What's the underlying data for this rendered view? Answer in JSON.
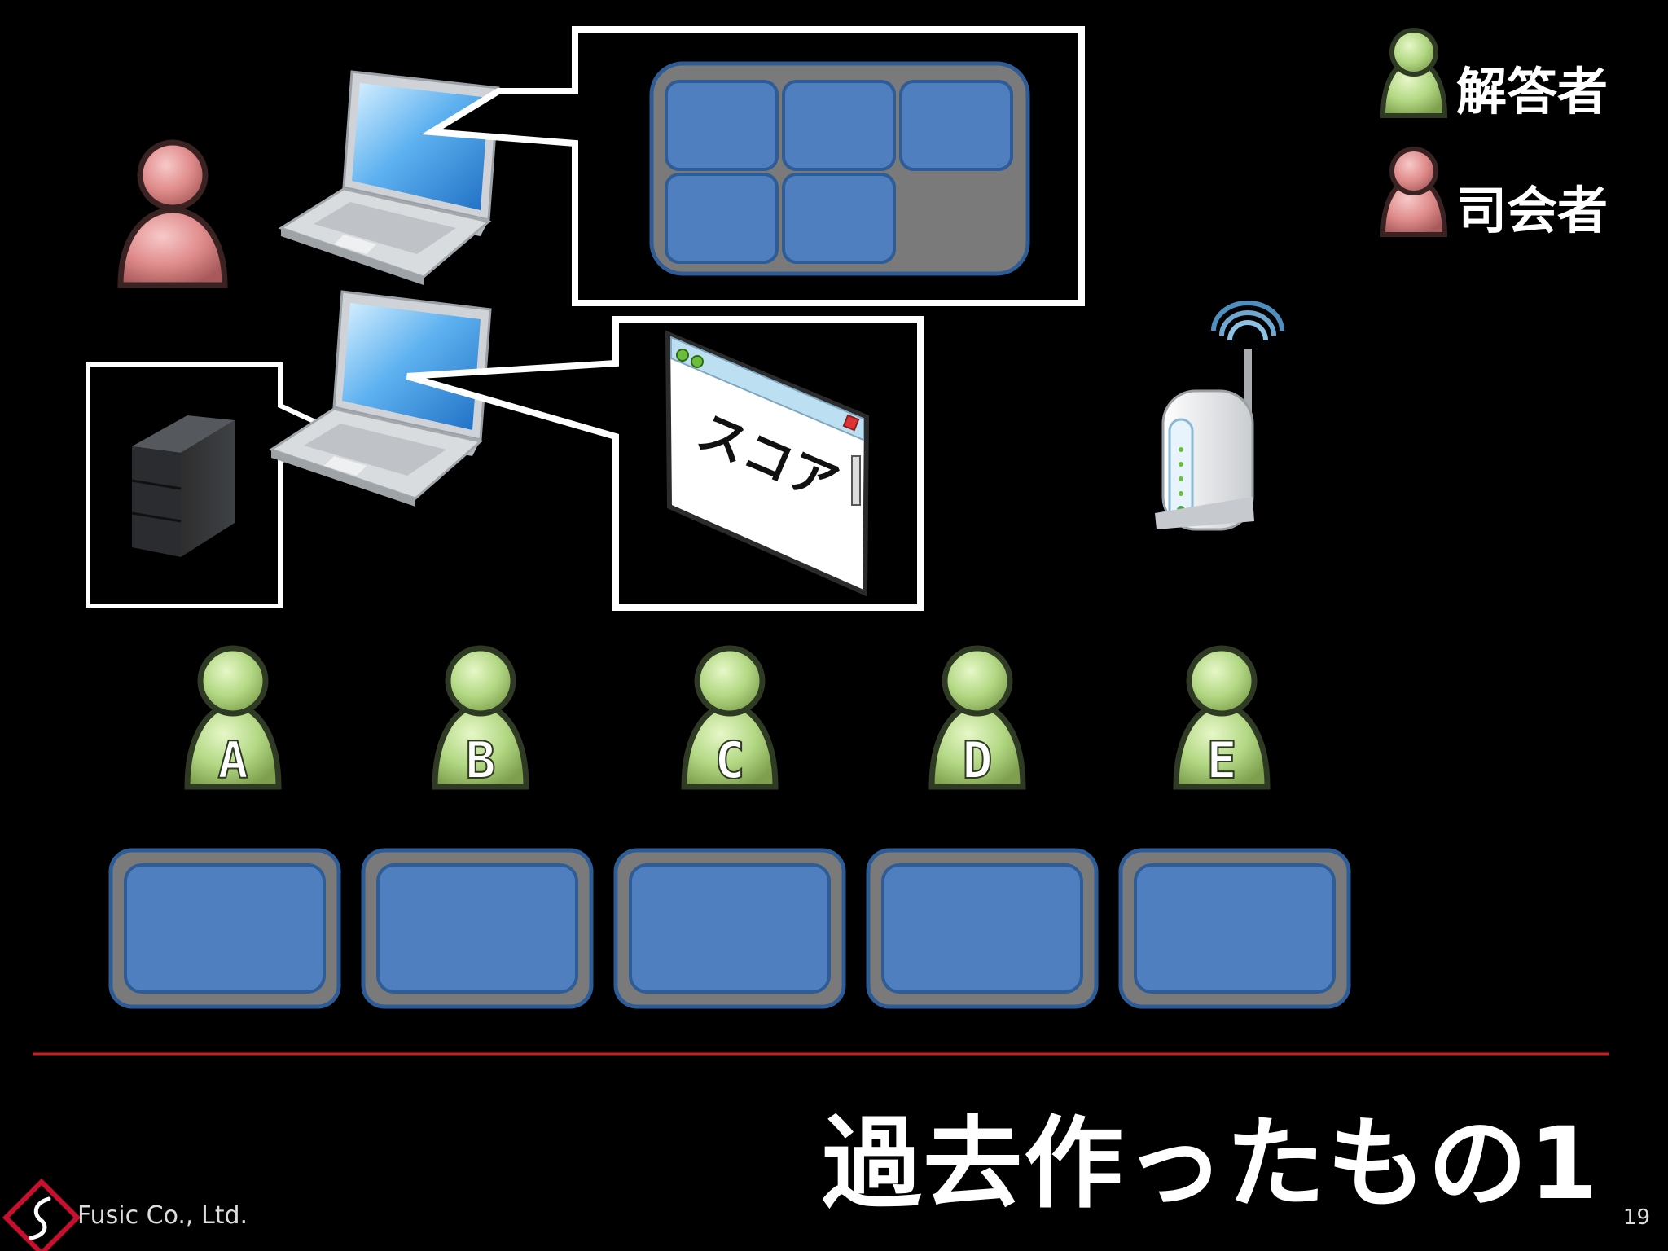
{
  "legend": {
    "answerer_label": "解答者",
    "host_label": "司会者"
  },
  "score_window": {
    "text": "スコア"
  },
  "participants": [
    "A",
    "B",
    "C",
    "D",
    "E"
  ],
  "slide": {
    "title": "過去作ったもの1",
    "company": "Fusic Co., Ltd.",
    "page_number": "19"
  },
  "colors": {
    "background": "#000000",
    "answerer_green": "#b8dc8a",
    "host_pink": "#e49a9a",
    "panel_blue": "#4f7fbe",
    "panel_gray": "#7a7a7a",
    "divider_red": "#cc1f1f",
    "logo_red": "#c8102e"
  }
}
